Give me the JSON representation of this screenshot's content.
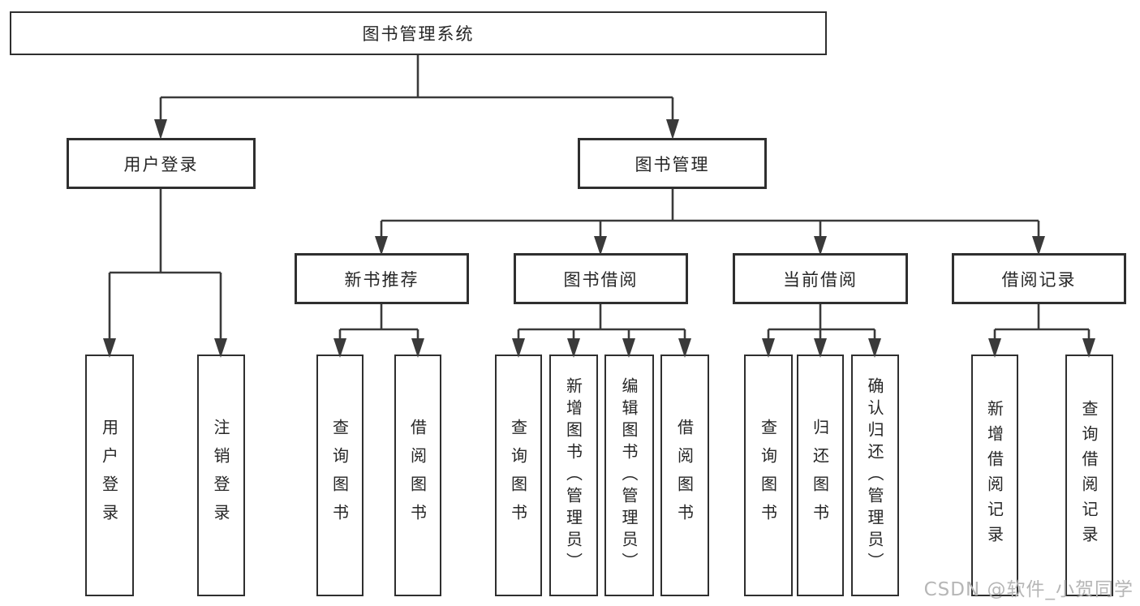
{
  "diagram": {
    "root": {
      "label": "图书管理系统"
    },
    "level2": [
      {
        "label": "用户登录"
      },
      {
        "label": "图书管理"
      }
    ],
    "level3": [
      {
        "label": "新书推荐"
      },
      {
        "label": "图书借阅"
      },
      {
        "label": "当前借阅"
      },
      {
        "label": "借阅记录"
      }
    ],
    "leaves": {
      "user_login": [
        {
          "label": "用户登录"
        },
        {
          "label": "注销登录"
        }
      ],
      "new_book_recommend": [
        {
          "label": "查询图书"
        },
        {
          "label": "借阅图书"
        }
      ],
      "book_borrowing": [
        {
          "label": "查询图书"
        },
        {
          "label": "新增图书（管理员）"
        },
        {
          "label": "编辑图书（管理员）"
        },
        {
          "label": "借阅图书"
        }
      ],
      "current_borrowing": [
        {
          "label": "查询图书"
        },
        {
          "label": "归还图书"
        },
        {
          "label": "确认归还（管理员）"
        }
      ],
      "borrowing_records": [
        {
          "label": "新增借阅记录"
        },
        {
          "label": "查询借阅记录"
        }
      ]
    }
  },
  "watermark": {
    "text": "CSDN @软件_小贺同学"
  },
  "colors": {
    "line": "#3a3a3a",
    "border": "#2f2f2f",
    "fill": "#ffffff",
    "text": "#262626",
    "watermark": "#b6b6b6"
  }
}
